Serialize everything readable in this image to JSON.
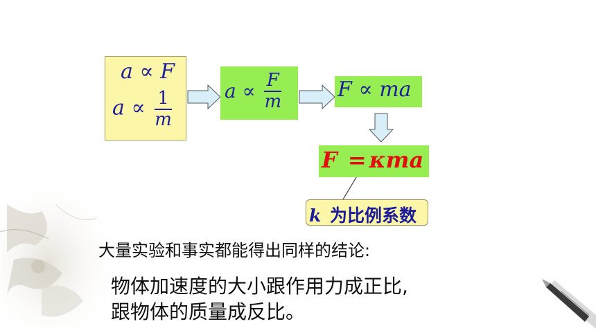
{
  "box1": {
    "line1": "a ∝ F",
    "line2_lhs": "a ∝",
    "line2_num": "1",
    "line2_den": "m"
  },
  "box2": {
    "lhs": "a ∝",
    "num": "F",
    "den": "m"
  },
  "box3": {
    "text": "F ∝ ma"
  },
  "box4": {
    "lhs": "F",
    "eq": "=",
    "rhs": "κma"
  },
  "label": {
    "var": "k",
    "text": "为比例系数"
  },
  "text1": "大量实验和事实都能得出同样的结论:",
  "text2": "物体加速度的大小跟作用力成正比,",
  "text3": "跟物体的质量成反比。",
  "colors": {
    "yellow_box": "#fcf6a8",
    "green_box": "#96ee52",
    "math_blue": "#1f1f9a",
    "red": "#e01010",
    "arrow_fill": "#d8eef8"
  }
}
